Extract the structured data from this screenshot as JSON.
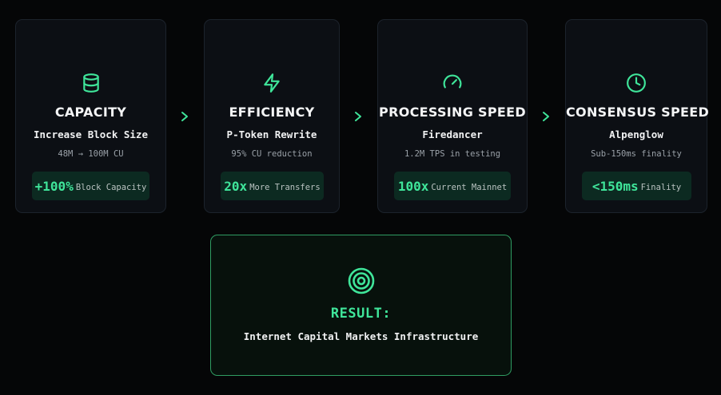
{
  "accent_color": "#3fe59a",
  "steps": [
    {
      "icon": "database-icon",
      "title": "CAPACITY",
      "subtitle": "Increase Block Size",
      "detail": "48M → 100M CU",
      "metric": "+100%",
      "metric_label": "Block Capacity"
    },
    {
      "icon": "lightning-bolt-icon",
      "title": "EFFICIENCY",
      "subtitle": "P-Token Rewrite",
      "detail": "95% CU reduction",
      "metric": "20x",
      "metric_label": "More Transfers"
    },
    {
      "icon": "speedometer-icon",
      "title": "PROCESSING SPEED",
      "subtitle": "Firedancer",
      "detail": "1.2M TPS in testing",
      "metric": "100x",
      "metric_label": "Current Mainnet"
    },
    {
      "icon": "clock-icon",
      "title": "CONSENSUS SPEED",
      "subtitle": "Alpenglow",
      "detail": "Sub-150ms finality",
      "metric": "<150ms",
      "metric_label": "Finality"
    }
  ],
  "result": {
    "icon": "target-icon",
    "title": "RESULT:",
    "subtitle": "Internet Capital Markets Infrastructure"
  }
}
